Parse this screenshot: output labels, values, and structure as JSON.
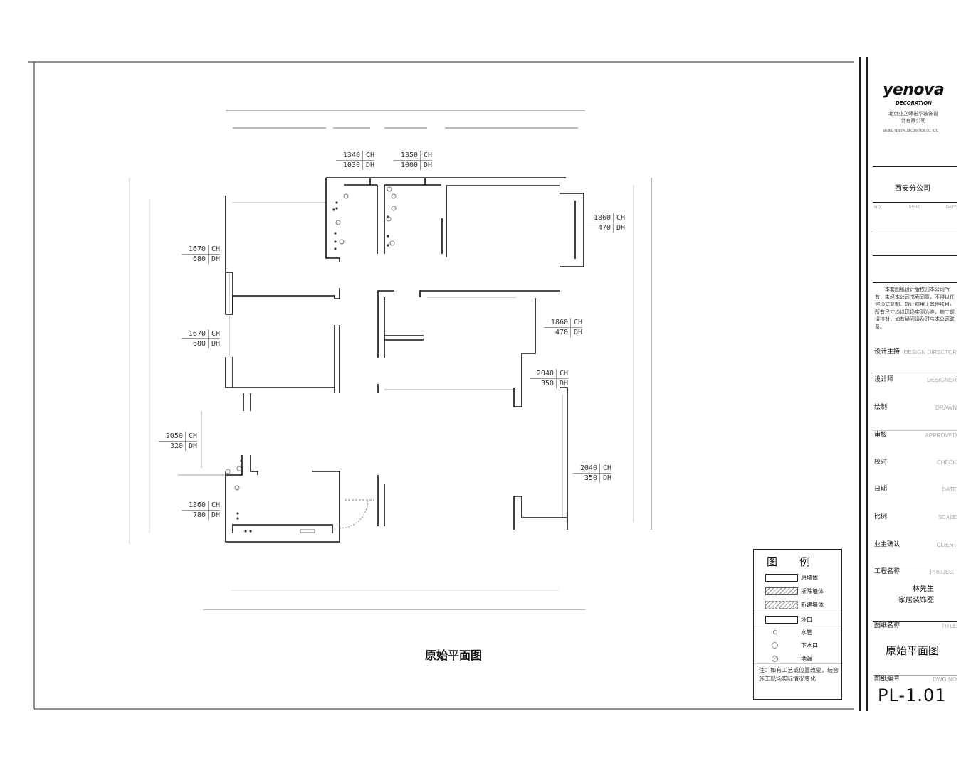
{
  "drawing": {
    "title": "原始平面图",
    "windows": [
      {
        "ch": "1340",
        "dh": "1030",
        "ch_unit": "CH",
        "dh_unit": "DH"
      },
      {
        "ch": "1350",
        "dh": "1000",
        "ch_unit": "CH",
        "dh_unit": "DH"
      },
      {
        "ch": "1670",
        "dh": "680",
        "ch_unit": "CH",
        "dh_unit": "DH"
      },
      {
        "ch": "1670",
        "dh": "680",
        "ch_unit": "CH",
        "dh_unit": "DH"
      },
      {
        "ch": "1860",
        "dh": "470",
        "ch_unit": "CH",
        "dh_unit": "DH"
      },
      {
        "ch": "1860",
        "dh": "470",
        "ch_unit": "CH",
        "dh_unit": "DH"
      },
      {
        "ch": "2040",
        "dh": "350",
        "ch_unit": "CH",
        "dh_unit": "DH"
      },
      {
        "ch": "2050",
        "dh": "320",
        "ch_unit": "CH",
        "dh_unit": "DH"
      },
      {
        "ch": "2040",
        "dh": "350",
        "ch_unit": "CH",
        "dh_unit": "DH"
      },
      {
        "ch": "1360",
        "dh": "780",
        "ch_unit": "CH",
        "dh_unit": "DH"
      }
    ]
  },
  "legend": {
    "title": "图　例",
    "items": [
      {
        "label": "原墙体",
        "icon": "original-wall"
      },
      {
        "label": "拆除墙体",
        "icon": "demolished-wall"
      },
      {
        "label": "新建墙体",
        "icon": "new-wall"
      },
      {
        "label": "垭口",
        "icon": "opening"
      },
      {
        "label": "水管",
        "icon": "water-pipe"
      },
      {
        "label": "下水口",
        "icon": "drain-outlet"
      },
      {
        "label": "地漏",
        "icon": "floor-drain"
      }
    ],
    "note": "注：如有工艺或位置改变，结合施工现场实际情况变化"
  },
  "title_block": {
    "logo": "yenova",
    "logo_sub": "DECORATION",
    "company_cn": "北京业之峰诺华装饰设计有限公司",
    "company_en": "BEIJING YENOVA DECORATION CO., LTD",
    "branch": "西安分公司",
    "rev_header": [
      "NO.",
      "ISSUE",
      "DATE"
    ],
    "copyright": "本套图纸设计版权归本公司所有，未经本公司书面同意，不得以任何形式复制、转让或用于其他项目，所有尺寸均以现场实测为准，施工前请核对，如有疑问请及时与本公司联系。",
    "fields": [
      {
        "cn": "设计主持",
        "en": "DESIGN DIRECTOR"
      },
      {
        "cn": "设计师",
        "en": "DESIGNER"
      },
      {
        "cn": "绘制",
        "en": "DRAWN"
      },
      {
        "cn": "审核",
        "en": "APPROVED"
      },
      {
        "cn": "校对",
        "en": "CHECK"
      },
      {
        "cn": "日期",
        "en": "DATE"
      },
      {
        "cn": "比例",
        "en": "SCALE"
      },
      {
        "cn": "业主确认",
        "en": "CLIENT"
      }
    ],
    "project_label": "工程名称",
    "project_en": "PROJECT",
    "project_name_1": "林先生",
    "project_name_2": "家居装饰图",
    "title_label": "图纸名称",
    "title_en": "TITLE",
    "title": "原始平面图",
    "number_label": "图纸编号",
    "number_en": "DWG.NO",
    "number": "PL-1.01"
  }
}
